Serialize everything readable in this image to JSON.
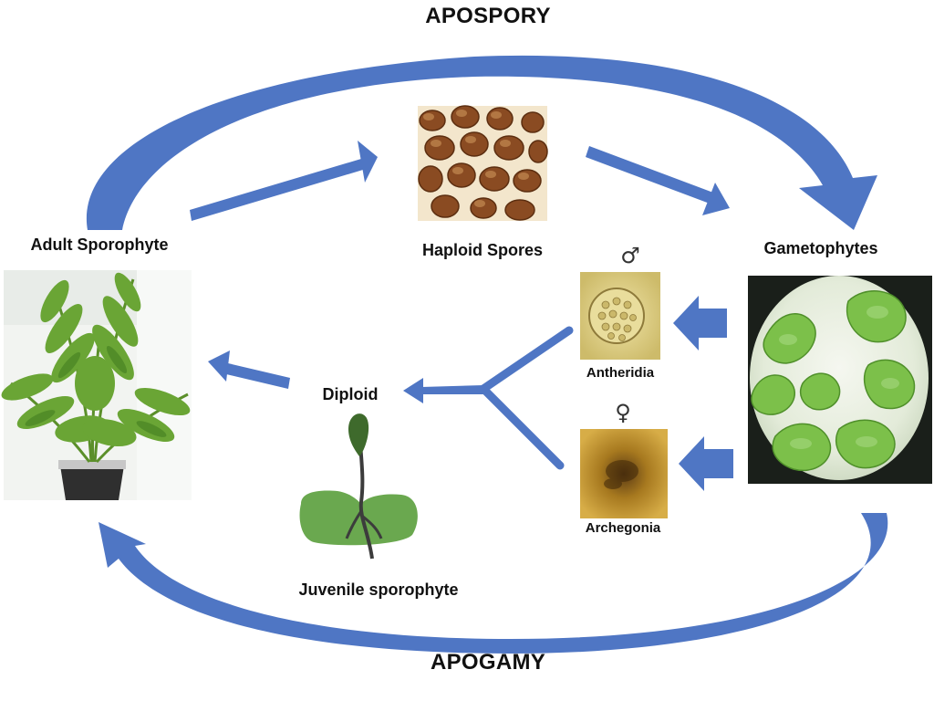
{
  "title_top": "APOSPORY",
  "title_bottom": "APOGAMY",
  "labels": {
    "adult_sporophyte": "Adult Sporophyte",
    "haploid_spores": "Haploid Spores",
    "gametophytes": "Gametophytes",
    "antheridia": "Antheridia",
    "archegonia": "Archegonia",
    "diploid": "Diploid",
    "juvenile_sporophyte": "Juvenile sporophyte"
  },
  "symbols": {
    "male": "♂",
    "female": "♀"
  },
  "colors": {
    "arrow": "#4f76c4",
    "arrow_dark": "#3f64b4",
    "frond": "#6aa535",
    "frond_dark": "#3f7a1e",
    "spore": "#8a4b22",
    "spore_bg": "#f3e6cc",
    "gametophyte": "#7cc04a",
    "antheridia_bg": "#e6d793",
    "archegonia_bg": "#c99a2e",
    "juvenile_leaf": "#6aa84f"
  }
}
